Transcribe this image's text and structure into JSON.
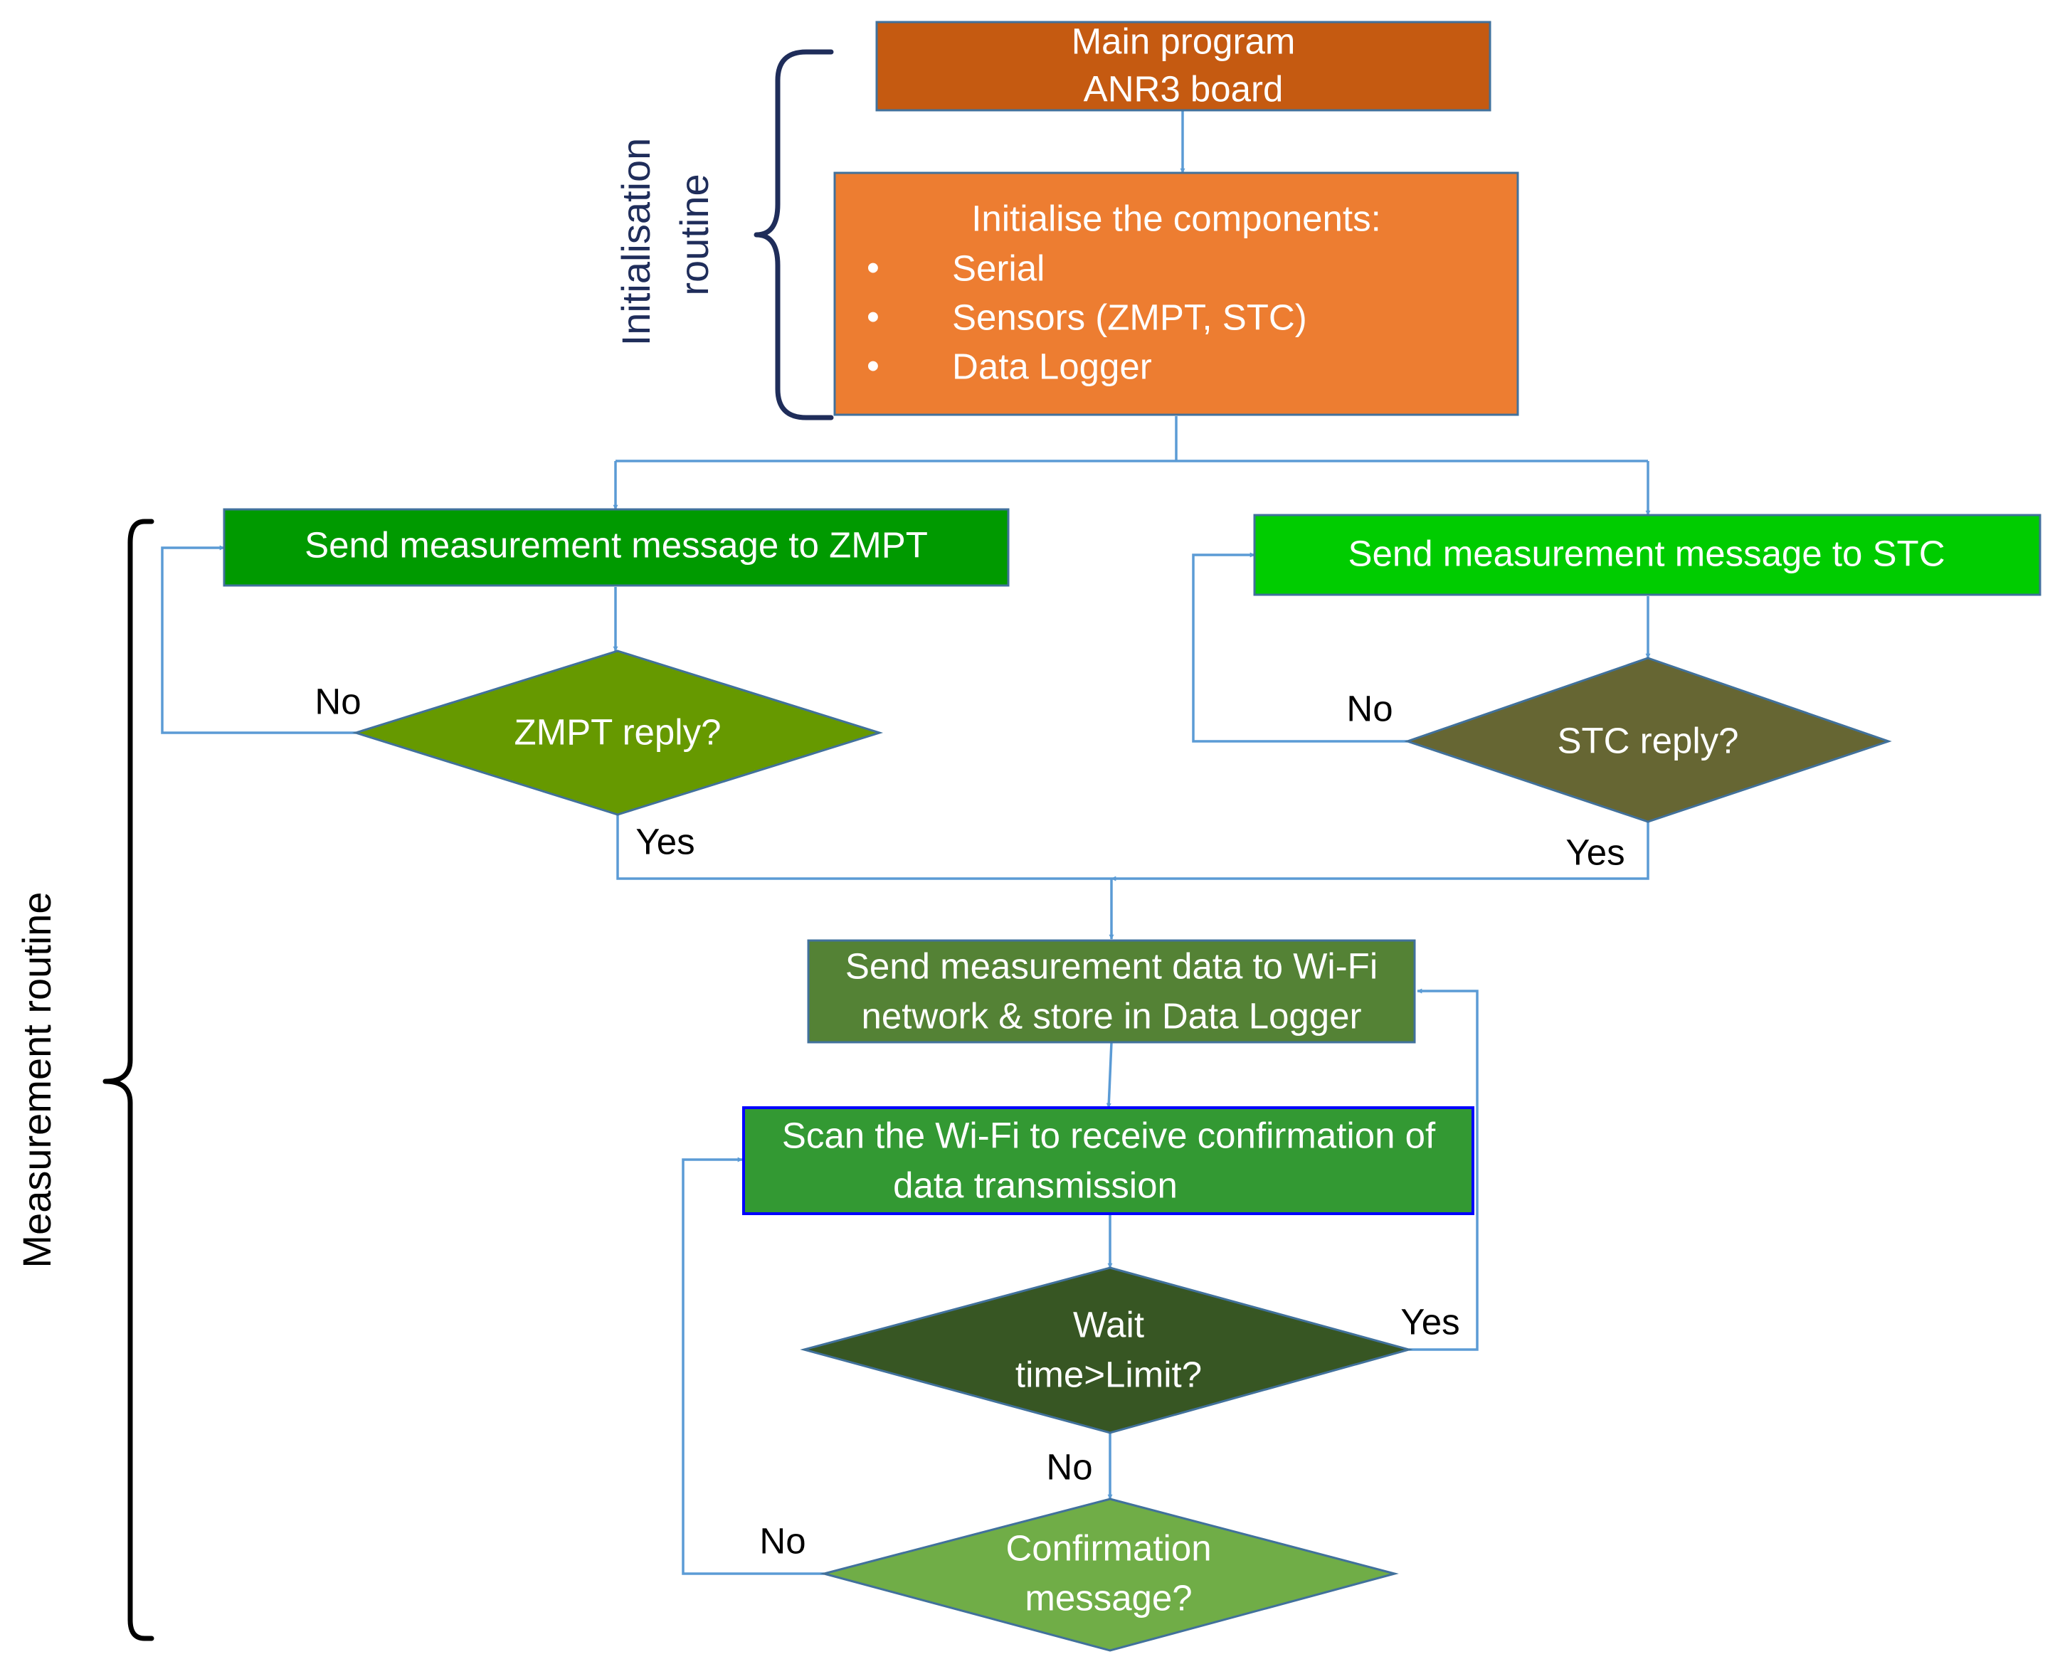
{
  "brackets": {
    "init_label": [
      "Initialisation",
      "routine"
    ],
    "measure_label": "Measurement routine"
  },
  "nodes": {
    "main": {
      "lines": [
        "Main program",
        "ANR3 board"
      ],
      "fill": "#c55a11"
    },
    "init": {
      "lines": [
        "Initialise the components:"
      ],
      "bullets": [
        "Serial",
        "Sensors (ZMPT, STC)",
        "Data Logger"
      ],
      "fill": "#ed7d31"
    },
    "send_zmpt": {
      "lines": [
        "Send measurement message to ZMPT"
      ],
      "fill": "#009a00"
    },
    "send_stc": {
      "lines": [
        "Send measurement message to STC"
      ],
      "fill": "#00cc00"
    },
    "zmpt_reply": {
      "lines": [
        "ZMPT reply?"
      ],
      "fill": "#669900"
    },
    "stc_reply": {
      "lines": [
        "STC reply?"
      ],
      "fill": "#666633"
    },
    "send_data": {
      "lines": [
        "Send measurement data to Wi-Fi",
        "network & store in Data Logger"
      ],
      "fill": "#548235"
    },
    "scan": {
      "lines": [
        "Scan the Wi-Fi to receive confirmation of",
        "data transmission"
      ],
      "fill": "#339933"
    },
    "wait": {
      "lines": [
        "Wait",
        "time>Limit?"
      ],
      "fill": "#375623"
    },
    "confirm": {
      "lines": [
        "Confirmation",
        "message?"
      ],
      "fill": "#70ad47"
    }
  },
  "edge_labels": {
    "zmpt_no": "No",
    "zmpt_yes": "Yes",
    "stc_no": "No",
    "stc_yes": "Yes",
    "wait_yes": "Yes",
    "wait_no": "No",
    "confirm_no": "No"
  },
  "colors": {
    "connector": "#5b9bd5",
    "box_border": "#41719c",
    "scan_border": "#0000ff",
    "init_bracket": "#1f2d5a",
    "measure_bracket": "#000000"
  }
}
